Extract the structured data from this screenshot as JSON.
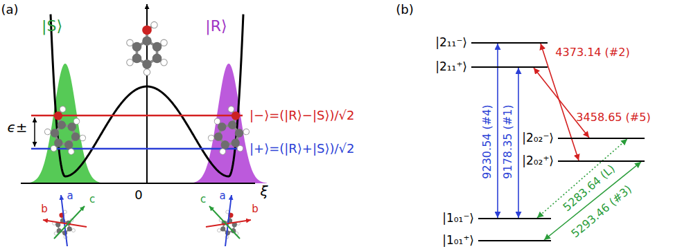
{
  "diagram": {
    "nodes": [
      {
        "text": [
          "|2₁₁⁻⟩"
        ]
      },
      {
        "text": [
          "|2₁₁⁺⟩"
        ]
      },
      {
        "text": [
          "|2₀₂⁻⟩"
        ]
      },
      {
        "text": [
          "|2₀₂⁺⟩"
        ]
      },
      {
        "text": [
          "|1₀₁⁻⟩"
        ]
      },
      {
        "text": [
          "|1₀₁⁺⟩"
        ]
      }
    ],
    "edges": [
      {
        "from": 4,
        "to": 0,
        "label": "9230.54 (#4)",
        "arrow": "both"
      },
      {
        "from": 4,
        "to": 1,
        "label": "9178.35 (#1)",
        "arrow": "both"
      },
      {
        "from": 0,
        "to": 3,
        "label": "4373.14 (#2)",
        "arrow": "both"
      },
      {
        "from": 1,
        "to": 2,
        "label": "3458.65 (#5)",
        "arrow": "both"
      },
      {
        "from": 4,
        "to": 2,
        "label": "5283.64 (L)",
        "arrow": "both"
      },
      {
        "from": 5,
        "to": 3,
        "label": "5293.46 (#3)",
        "arrow": "both"
      }
    ],
    "labels": [
      "(a)",
      "(b)",
      "|S⟩",
      "|R⟩",
      "|−⟩=(|R⟩−|S⟩)/√2",
      "|+⟩=(|R⟩+|S⟩)/√2",
      "ϵ±",
      "0",
      "ξ",
      "a",
      "b",
      "c",
      "a",
      "b",
      "c"
    ]
  }
}
